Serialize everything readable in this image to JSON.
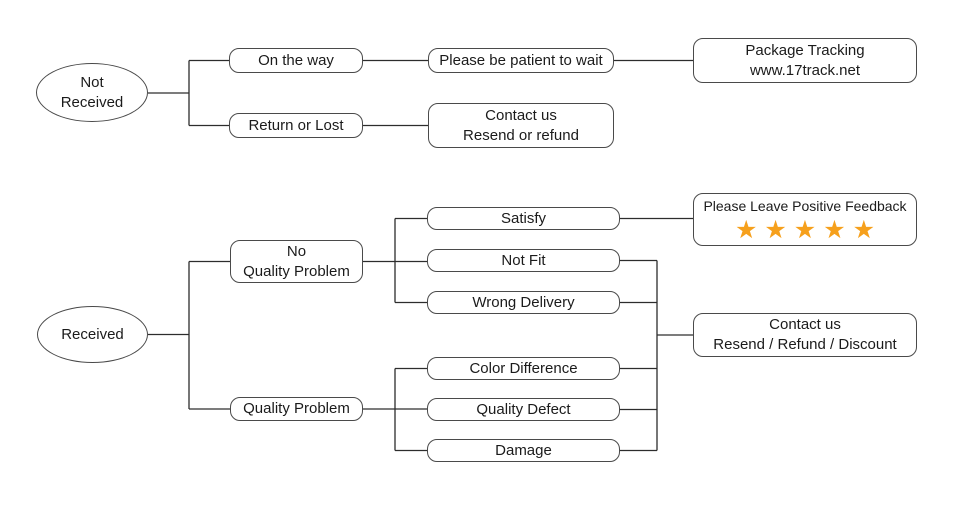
{
  "diagram": {
    "nodes": {
      "not_received": "Not\nReceived",
      "on_the_way": "On the way",
      "please_be_patient": "Please be patient to wait",
      "package_tracking": "Package Tracking\nwww.17track.net",
      "return_or_lost": "Return or Lost",
      "contact_us_top": "Contact us\nResend or refund",
      "received": "Received",
      "no_quality_problem": "No\nQuality Problem",
      "quality_problem": "Quality Problem",
      "satisfy": "Satisfy",
      "not_fit": "Not Fit",
      "wrong_delivery": "Wrong Delivery",
      "color_difference": "Color Difference",
      "quality_defect": "Quality Defect",
      "damage": "Damage",
      "feedback_title": "Please Leave Positive Feedback",
      "feedback_stars": "★★★★★",
      "contact_us_bottom": "Contact us\nResend / Refund / Discount"
    },
    "colors": {
      "star": "#F6A01C",
      "border": "#4a4a4a",
      "line": "#2d2d2d",
      "text": "#1b1b1b",
      "background": "#ffffff"
    },
    "edges": [
      {
        "from": "not_received",
        "to": "on_the_way"
      },
      {
        "from": "not_received",
        "to": "return_or_lost"
      },
      {
        "from": "on_the_way",
        "to": "please_be_patient"
      },
      {
        "from": "please_be_patient",
        "to": "package_tracking"
      },
      {
        "from": "return_or_lost",
        "to": "contact_us_top"
      },
      {
        "from": "received",
        "to": "no_quality_problem"
      },
      {
        "from": "received",
        "to": "quality_problem"
      },
      {
        "from": "no_quality_problem",
        "to": "satisfy"
      },
      {
        "from": "no_quality_problem",
        "to": "not_fit"
      },
      {
        "from": "no_quality_problem",
        "to": "wrong_delivery"
      },
      {
        "from": "quality_problem",
        "to": "color_difference"
      },
      {
        "from": "quality_problem",
        "to": "quality_defect"
      },
      {
        "from": "quality_problem",
        "to": "damage"
      },
      {
        "from": "satisfy",
        "to": "feedback"
      },
      {
        "from": "not_fit",
        "to": "contact_us_bottom"
      },
      {
        "from": "wrong_delivery",
        "to": "contact_us_bottom"
      },
      {
        "from": "color_difference",
        "to": "contact_us_bottom"
      },
      {
        "from": "quality_defect",
        "to": "contact_us_bottom"
      },
      {
        "from": "damage",
        "to": "contact_us_bottom"
      }
    ]
  }
}
